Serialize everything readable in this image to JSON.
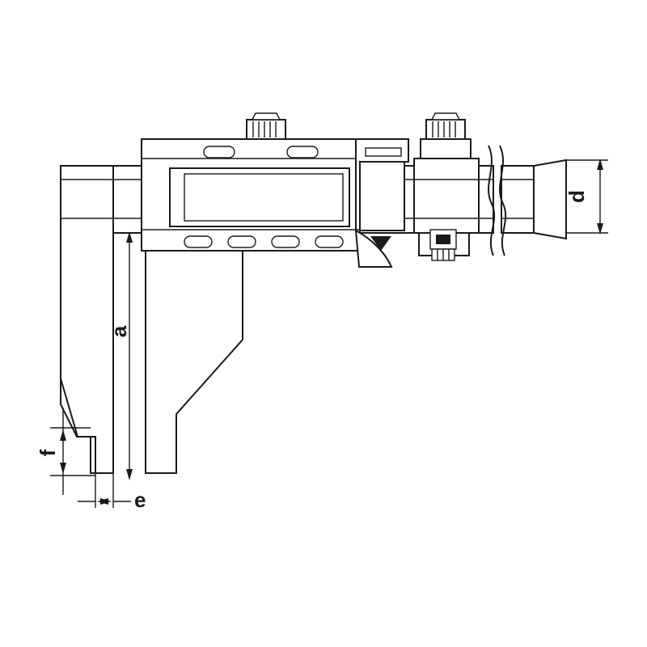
{
  "diagram": {
    "title": "Digital caliper technical drawing",
    "background_color": "#ffffff",
    "line_color": "#1a1a1a",
    "dimension_labels": [
      {
        "id": "a",
        "text": "a",
        "orientation": "vertical",
        "position": "left-inner-jaw-height"
      },
      {
        "id": "d",
        "text": "d",
        "orientation": "vertical",
        "position": "right-beam-thickness"
      },
      {
        "id": "e",
        "text": "e",
        "orientation": "horizontal",
        "position": "bottom-jaw-tip-width"
      },
      {
        "id": "f",
        "text": "f",
        "orientation": "vertical",
        "position": "bottom-left-jaw-step"
      }
    ],
    "parts": [
      {
        "name": "display-screen",
        "label": ""
      },
      {
        "name": "thumb-roller-upper",
        "label": ""
      },
      {
        "name": "locking-screw",
        "label": ""
      },
      {
        "name": "fine-adjust-knob",
        "label": ""
      },
      {
        "name": "button-row",
        "label": ""
      },
      {
        "name": "beam",
        "label": ""
      },
      {
        "name": "break-line",
        "label": ""
      },
      {
        "name": "fixed-jaw",
        "label": ""
      },
      {
        "name": "movable-jaw",
        "label": ""
      },
      {
        "name": "triangle-marker",
        "label": ""
      }
    ]
  }
}
